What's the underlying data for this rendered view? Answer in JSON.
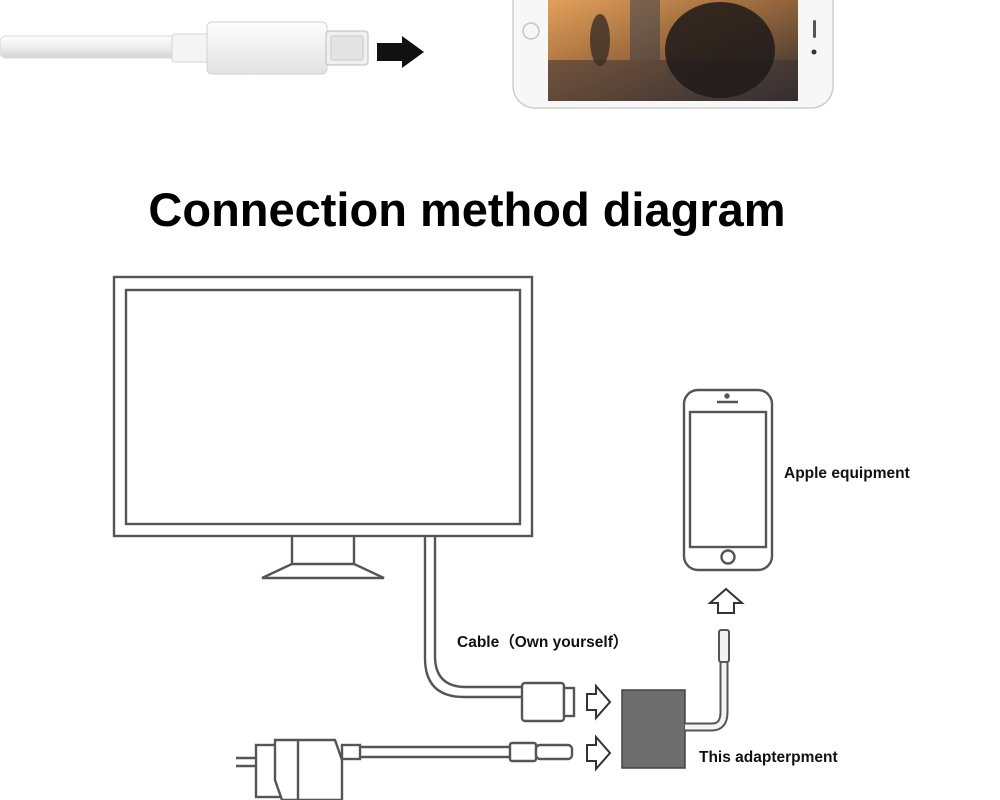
{
  "title": "Connection method diagram",
  "labels": {
    "apple_equipment": "Apple equipment",
    "cable": "Cable（Own yourself）",
    "adapter": "This adapterpment"
  },
  "colors": {
    "line": "#555555",
    "adapter_fill": "#6d6d6d",
    "cable_white": "#f3f3f3",
    "arrow": "#111111"
  },
  "icons": [
    "lightning-plug-icon",
    "arrow-right-icon",
    "iphone-photo-icon",
    "monitor-icon",
    "iphone-outline-icon",
    "arrow-up-outline-icon",
    "hdmi-plug-icon",
    "power-adapter-icon",
    "adapter-box-icon"
  ]
}
